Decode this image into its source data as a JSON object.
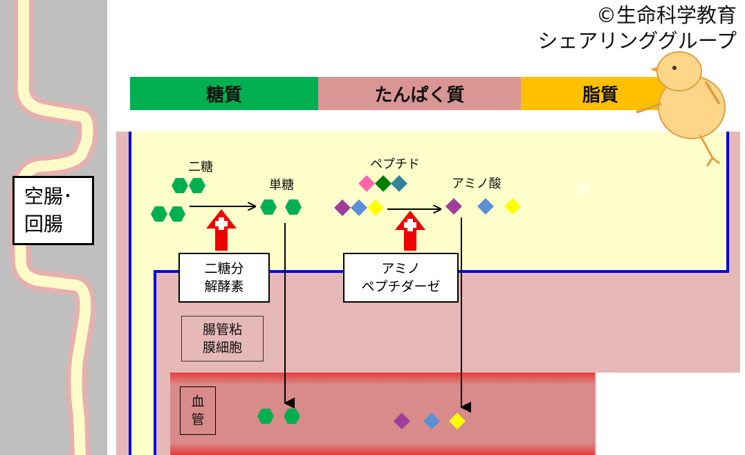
{
  "credit": {
    "line1": "©生命科学教育",
    "line2": "シェアリンググループ"
  },
  "nutrients": {
    "carb": "糖質",
    "protein": "たんぱく質",
    "fat": "脂質"
  },
  "colors": {
    "carb": "#00b050",
    "protein": "#d99694",
    "fat": "#ffc000"
  },
  "intestine_label": {
    "line1": "空腸･",
    "line2": "回腸"
  },
  "lumen": {
    "water": "水"
  },
  "carb_flow": {
    "input": "二糖",
    "output": "単糖",
    "enzyme_line1": "二糖分",
    "enzyme_line2": "解酵素"
  },
  "protein_flow": {
    "input": "ペプチド",
    "output": "アミノ酸",
    "enzyme_line1": "アミノ",
    "enzyme_line2": "ペプチダーゼ"
  },
  "mucosa": {
    "line1": "腸管粘",
    "line2": "膜細胞"
  },
  "vessel": {
    "line1": "血",
    "line2": "管"
  },
  "icons": {
    "enzyme_arrow": "red-up-arrow-with-cross-icon",
    "mascot": "chick-icon"
  }
}
